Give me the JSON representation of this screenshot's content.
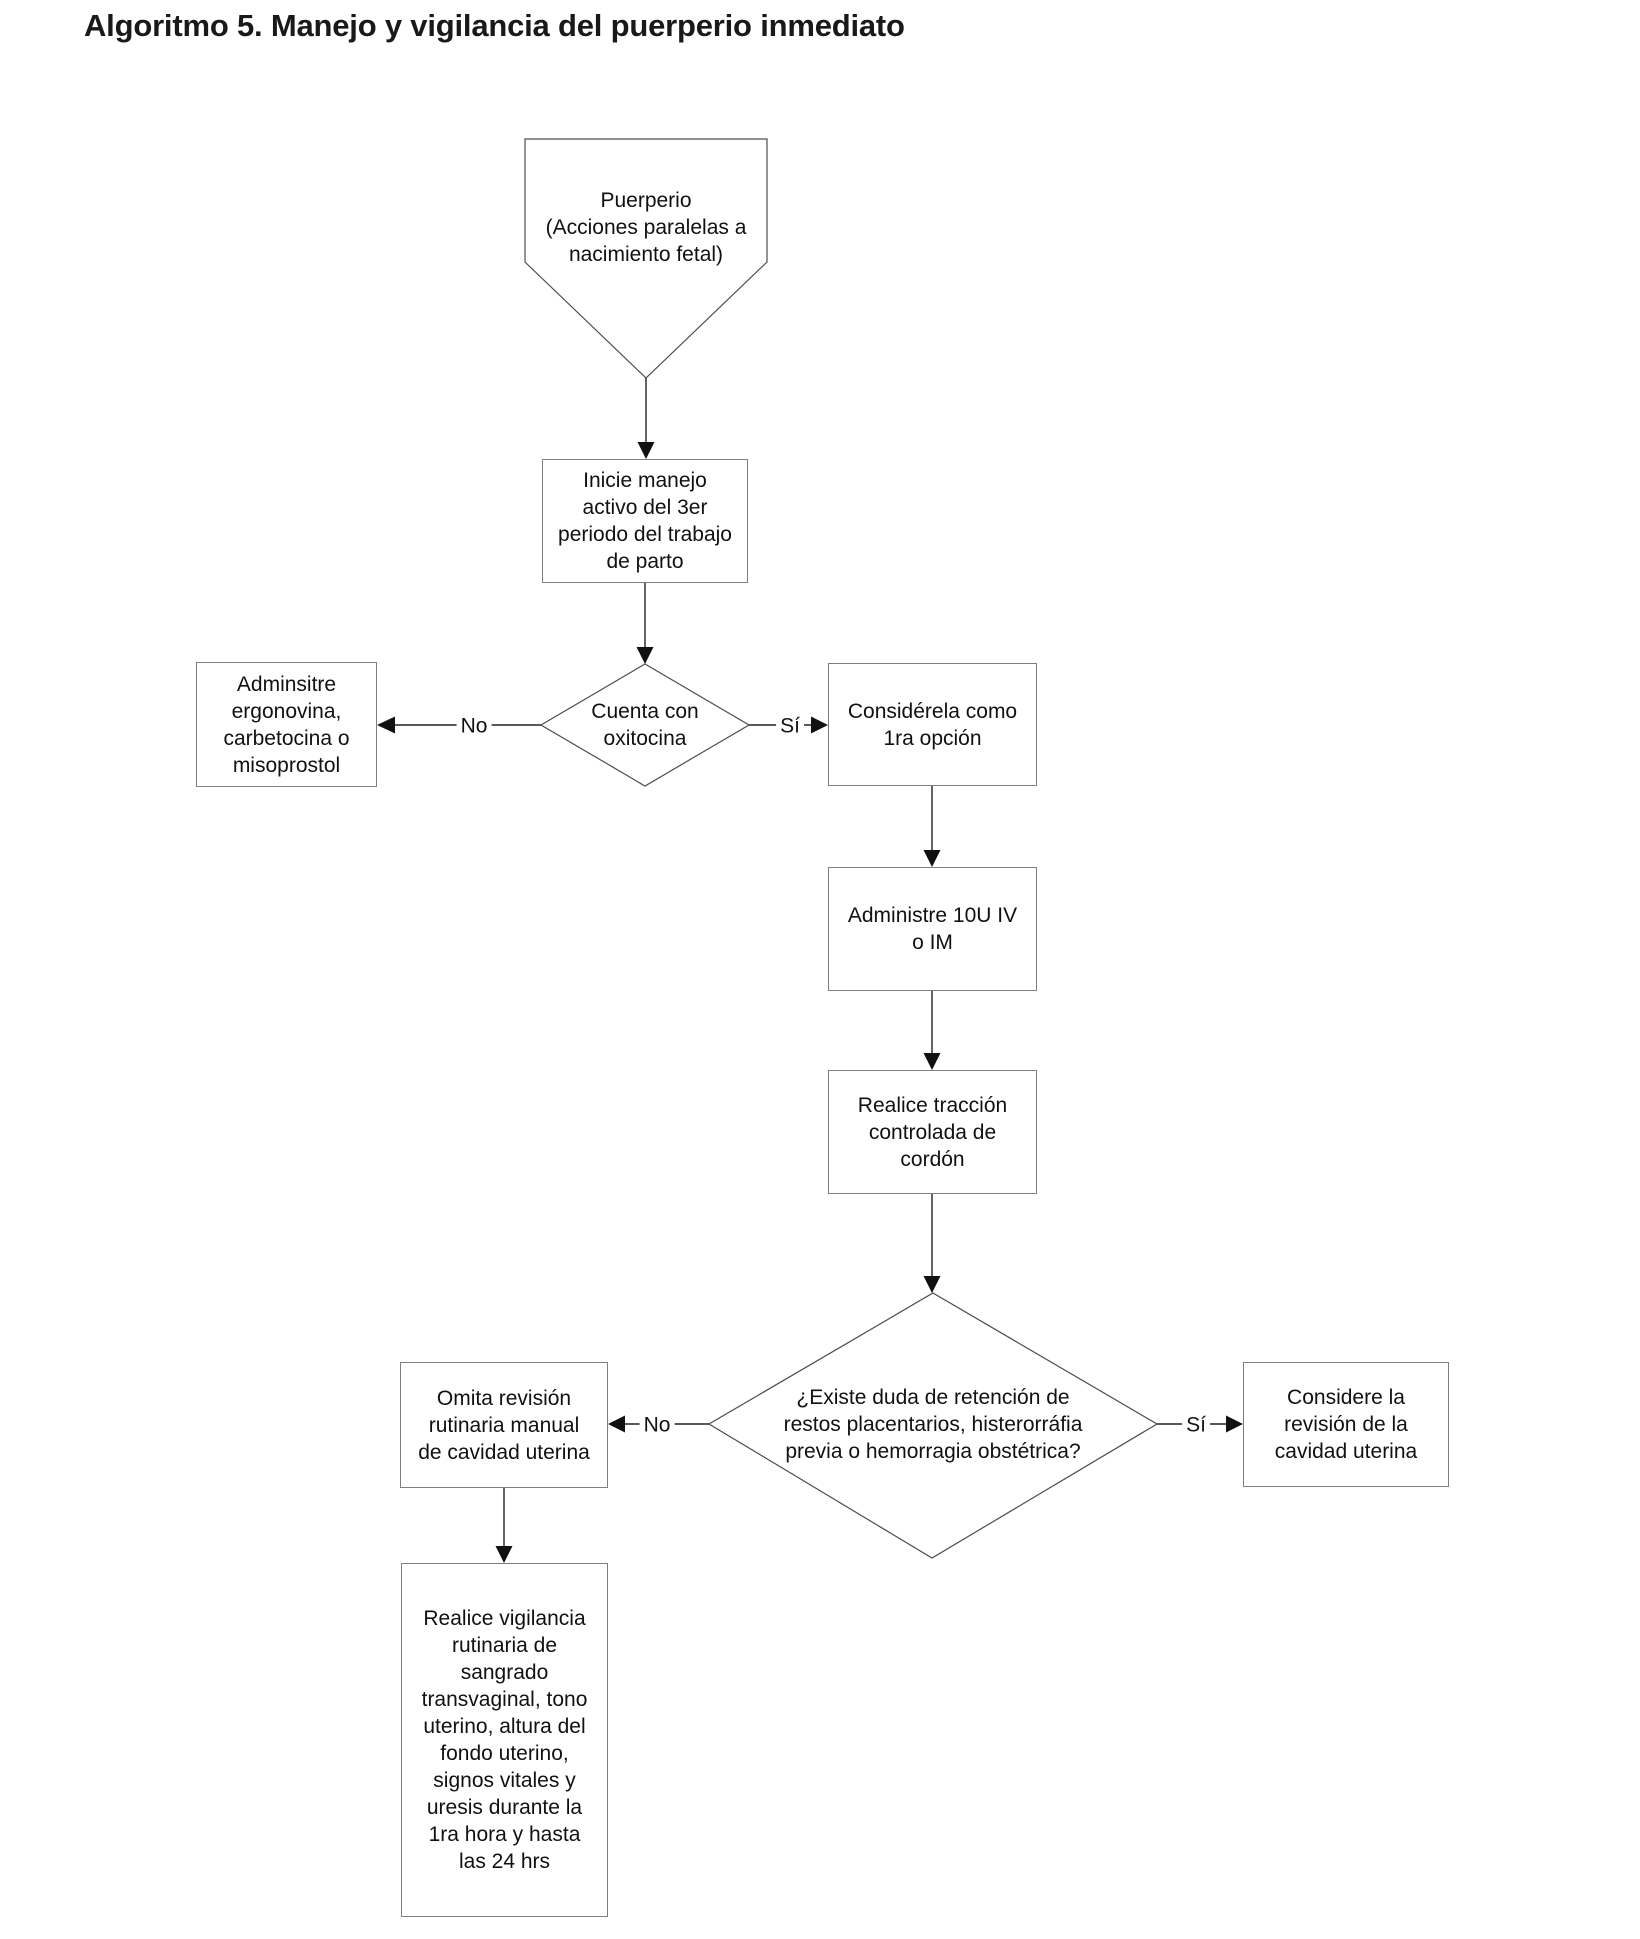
{
  "title": "Algoritmo 5. Manejo y vigilancia del puerperio inmediato",
  "nodes": {
    "start": {
      "shape": "pentagon",
      "label": "Puerperio\n(Acciones paralelas a\nnacimiento fetal)"
    },
    "inicie_manejo": {
      "shape": "rect",
      "label": "Inicie manejo\nactivo del 3er\nperiodo del trabajo\nde parto"
    },
    "cuenta_oxitocina": {
      "shape": "diamond",
      "label": "Cuenta con\noxitocina"
    },
    "adminsitre_ergonovina": {
      "shape": "rect",
      "label": "Adminsitre\nergonovina,\ncarbetocina o\nmisoprostol"
    },
    "considerela_opcion": {
      "shape": "rect",
      "label": "Considérela como\n1ra opción"
    },
    "administre_10u": {
      "shape": "rect",
      "label": "Administre 10U IV\no IM"
    },
    "realice_traccion": {
      "shape": "rect",
      "label": "Realice tracción\ncontrolada de\ncordón"
    },
    "existe_duda": {
      "shape": "diamond",
      "label": "¿Existe duda de retención de\nrestos placentarios, histerorráfia\nprevia o hemorragia obstétrica?"
    },
    "omita_revision": {
      "shape": "rect",
      "label": "Omita revisión\nrutinaria manual\nde cavidad uterina"
    },
    "considere_revision": {
      "shape": "rect",
      "label": "Considere la\nrevisión de la\ncavidad uterina"
    },
    "realice_vigilancia": {
      "shape": "rect",
      "label": "Realice vigilancia\nrutinaria de\nsangrado\ntransvaginal, tono\nuterino, altura del\nfondo uterino,\nsignos vitales y\nuresis durante la\n1ra hora y hasta\nlas 24 hrs"
    }
  },
  "edges": {
    "oxitocina_no": {
      "label": "No"
    },
    "oxitocina_si": {
      "label": "Sí"
    },
    "duda_no": {
      "label": "No"
    },
    "duda_si": {
      "label": "Sí"
    }
  },
  "colors": {
    "line": "#222222",
    "shape_stroke": "#4d4d4d",
    "rect_border": "#7e7e7e",
    "text": "#111111",
    "background": "#ffffff"
  }
}
